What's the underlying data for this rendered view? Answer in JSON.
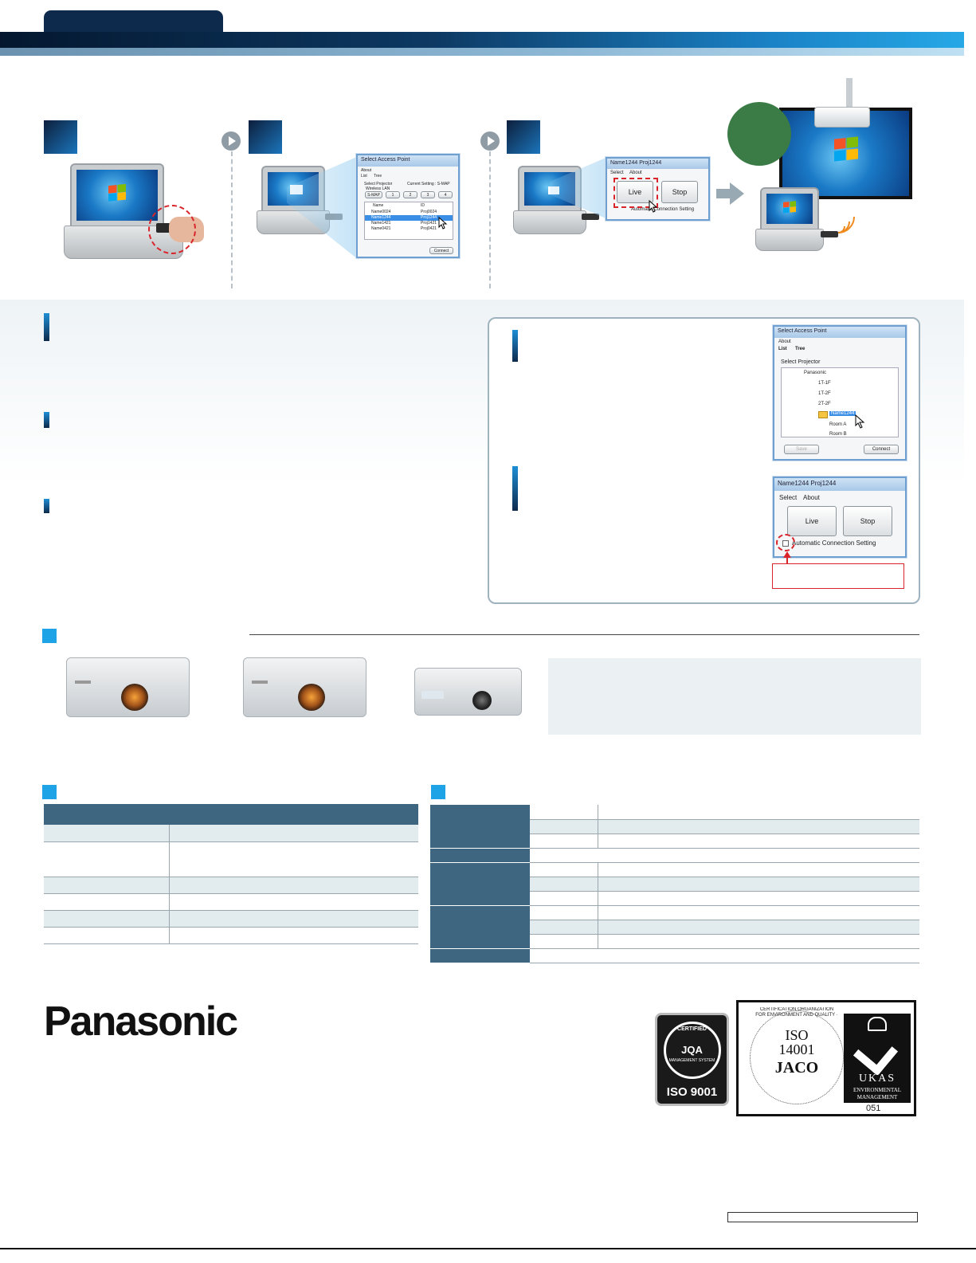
{
  "colors": {
    "header_dark": "#0d2a4c",
    "accent_blue": "#1ea4e6",
    "table_header": "#3e6680",
    "highlight_red": "#d9242b",
    "green": "#3b7b45"
  },
  "dialog_select_access_point": {
    "title": "Select Access Point",
    "menu": "About",
    "tabs": [
      "List",
      "Tree"
    ],
    "select_label": "Select Projector",
    "current_setting": "Current Setting : S-MAP",
    "wireless_label": "Wireless LAN",
    "buttons": [
      "S-MAP",
      "1",
      "2",
      "3",
      "4"
    ],
    "columns": [
      "Name",
      "ID"
    ],
    "rows": [
      {
        "name": "Name0024",
        "id": "Proj0024"
      },
      {
        "name": "Name1244",
        "id": "Proj1244"
      },
      {
        "name": "Name1421",
        "id": "Proj1421"
      },
      {
        "name": "Name0421",
        "id": "Proj0421"
      }
    ],
    "connect": "Connect"
  },
  "dialog_live_small": {
    "title": "Name1244 Proj1244",
    "menu": [
      "Select",
      "About"
    ],
    "live": "Live",
    "stop": "Stop",
    "auto": "Automatic Connection Setting"
  },
  "tree_dialog": {
    "title": "Select Access Point",
    "menu": "About",
    "tabs": [
      "List",
      "Tree"
    ],
    "select_label": "Select Projector",
    "tree": [
      "Panasonic",
      "1T-1F",
      "1T-2F",
      "2T-2F",
      "Name1244",
      "Room A",
      "Room B"
    ],
    "save": "Save",
    "connect": "Connect"
  },
  "dialog_live_large": {
    "title": "Name1244 Proj1244",
    "menu": [
      "Select",
      "About"
    ],
    "live": "Live",
    "stop": "Stop",
    "auto": "Automatic Connection Setting"
  },
  "certs": {
    "jqa_top": "CERTIFIED",
    "jqa_mid": "JQA",
    "jqa_sub": "MANAGEMENT SYSTEM",
    "jqa_iso": "ISO 9001",
    "iso_title": "ISO",
    "iso_num": "14001",
    "jaco": "JACO",
    "ring_text": "CERTIFICATION ORGANIZATION FOR ENVIRONMENT AND QUALITY · JAPAN AUDIT AND",
    "ukas": "UKAS",
    "ukas_sub1": "ENVIRONMENTAL",
    "ukas_sub2": "MANAGEMENT",
    "ukas_num": "051"
  },
  "brand": {
    "logo": "Panasonic"
  }
}
